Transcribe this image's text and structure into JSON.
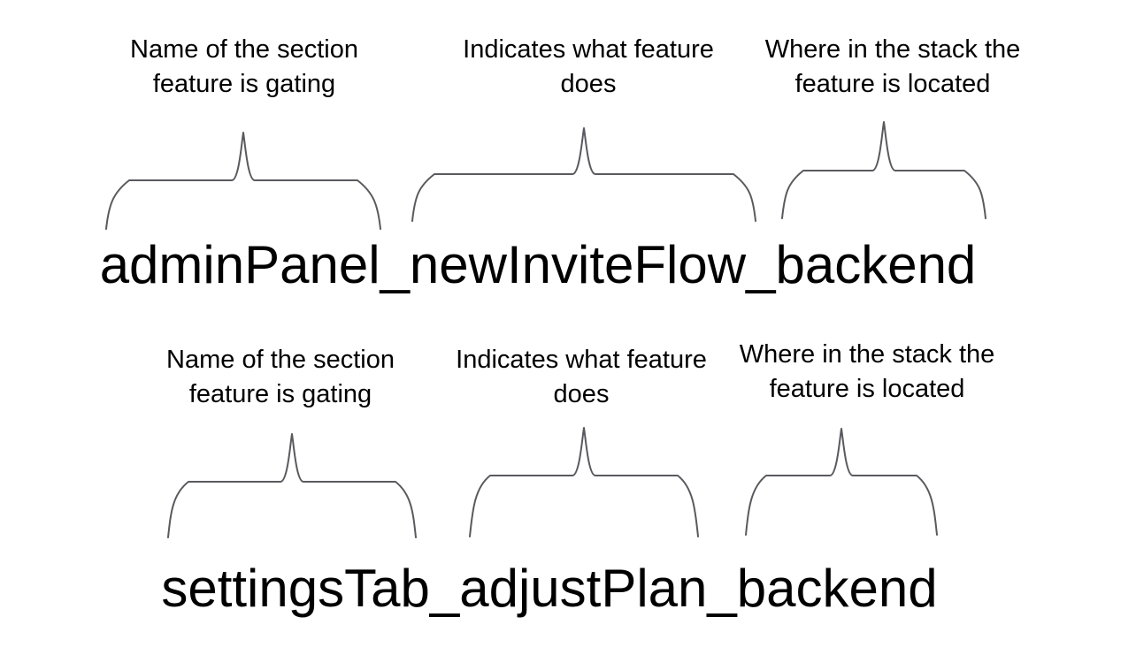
{
  "canvas": {
    "background": "#ffffff"
  },
  "colors": {
    "background": "#ffffff",
    "text": "#000000",
    "brace": "#595a5e"
  },
  "rows": [
    {
      "flag_name": "adminPanel_newInviteFlow_backend",
      "labels": [
        {
          "line1": "Name of the section",
          "line2": "feature is gating"
        },
        {
          "line1": "Indicates what feature",
          "line2": "does"
        },
        {
          "line1": "Where in the stack the",
          "line2": "feature is located"
        }
      ]
    },
    {
      "flag_name": "settingsTab_adjustPlan_backend",
      "labels": [
        {
          "line1": "Name of the section",
          "line2": "feature is gating"
        },
        {
          "line1": "Indicates what feature",
          "line2": "does"
        },
        {
          "line1": "Where in the stack the",
          "line2": "feature is located"
        }
      ]
    }
  ]
}
